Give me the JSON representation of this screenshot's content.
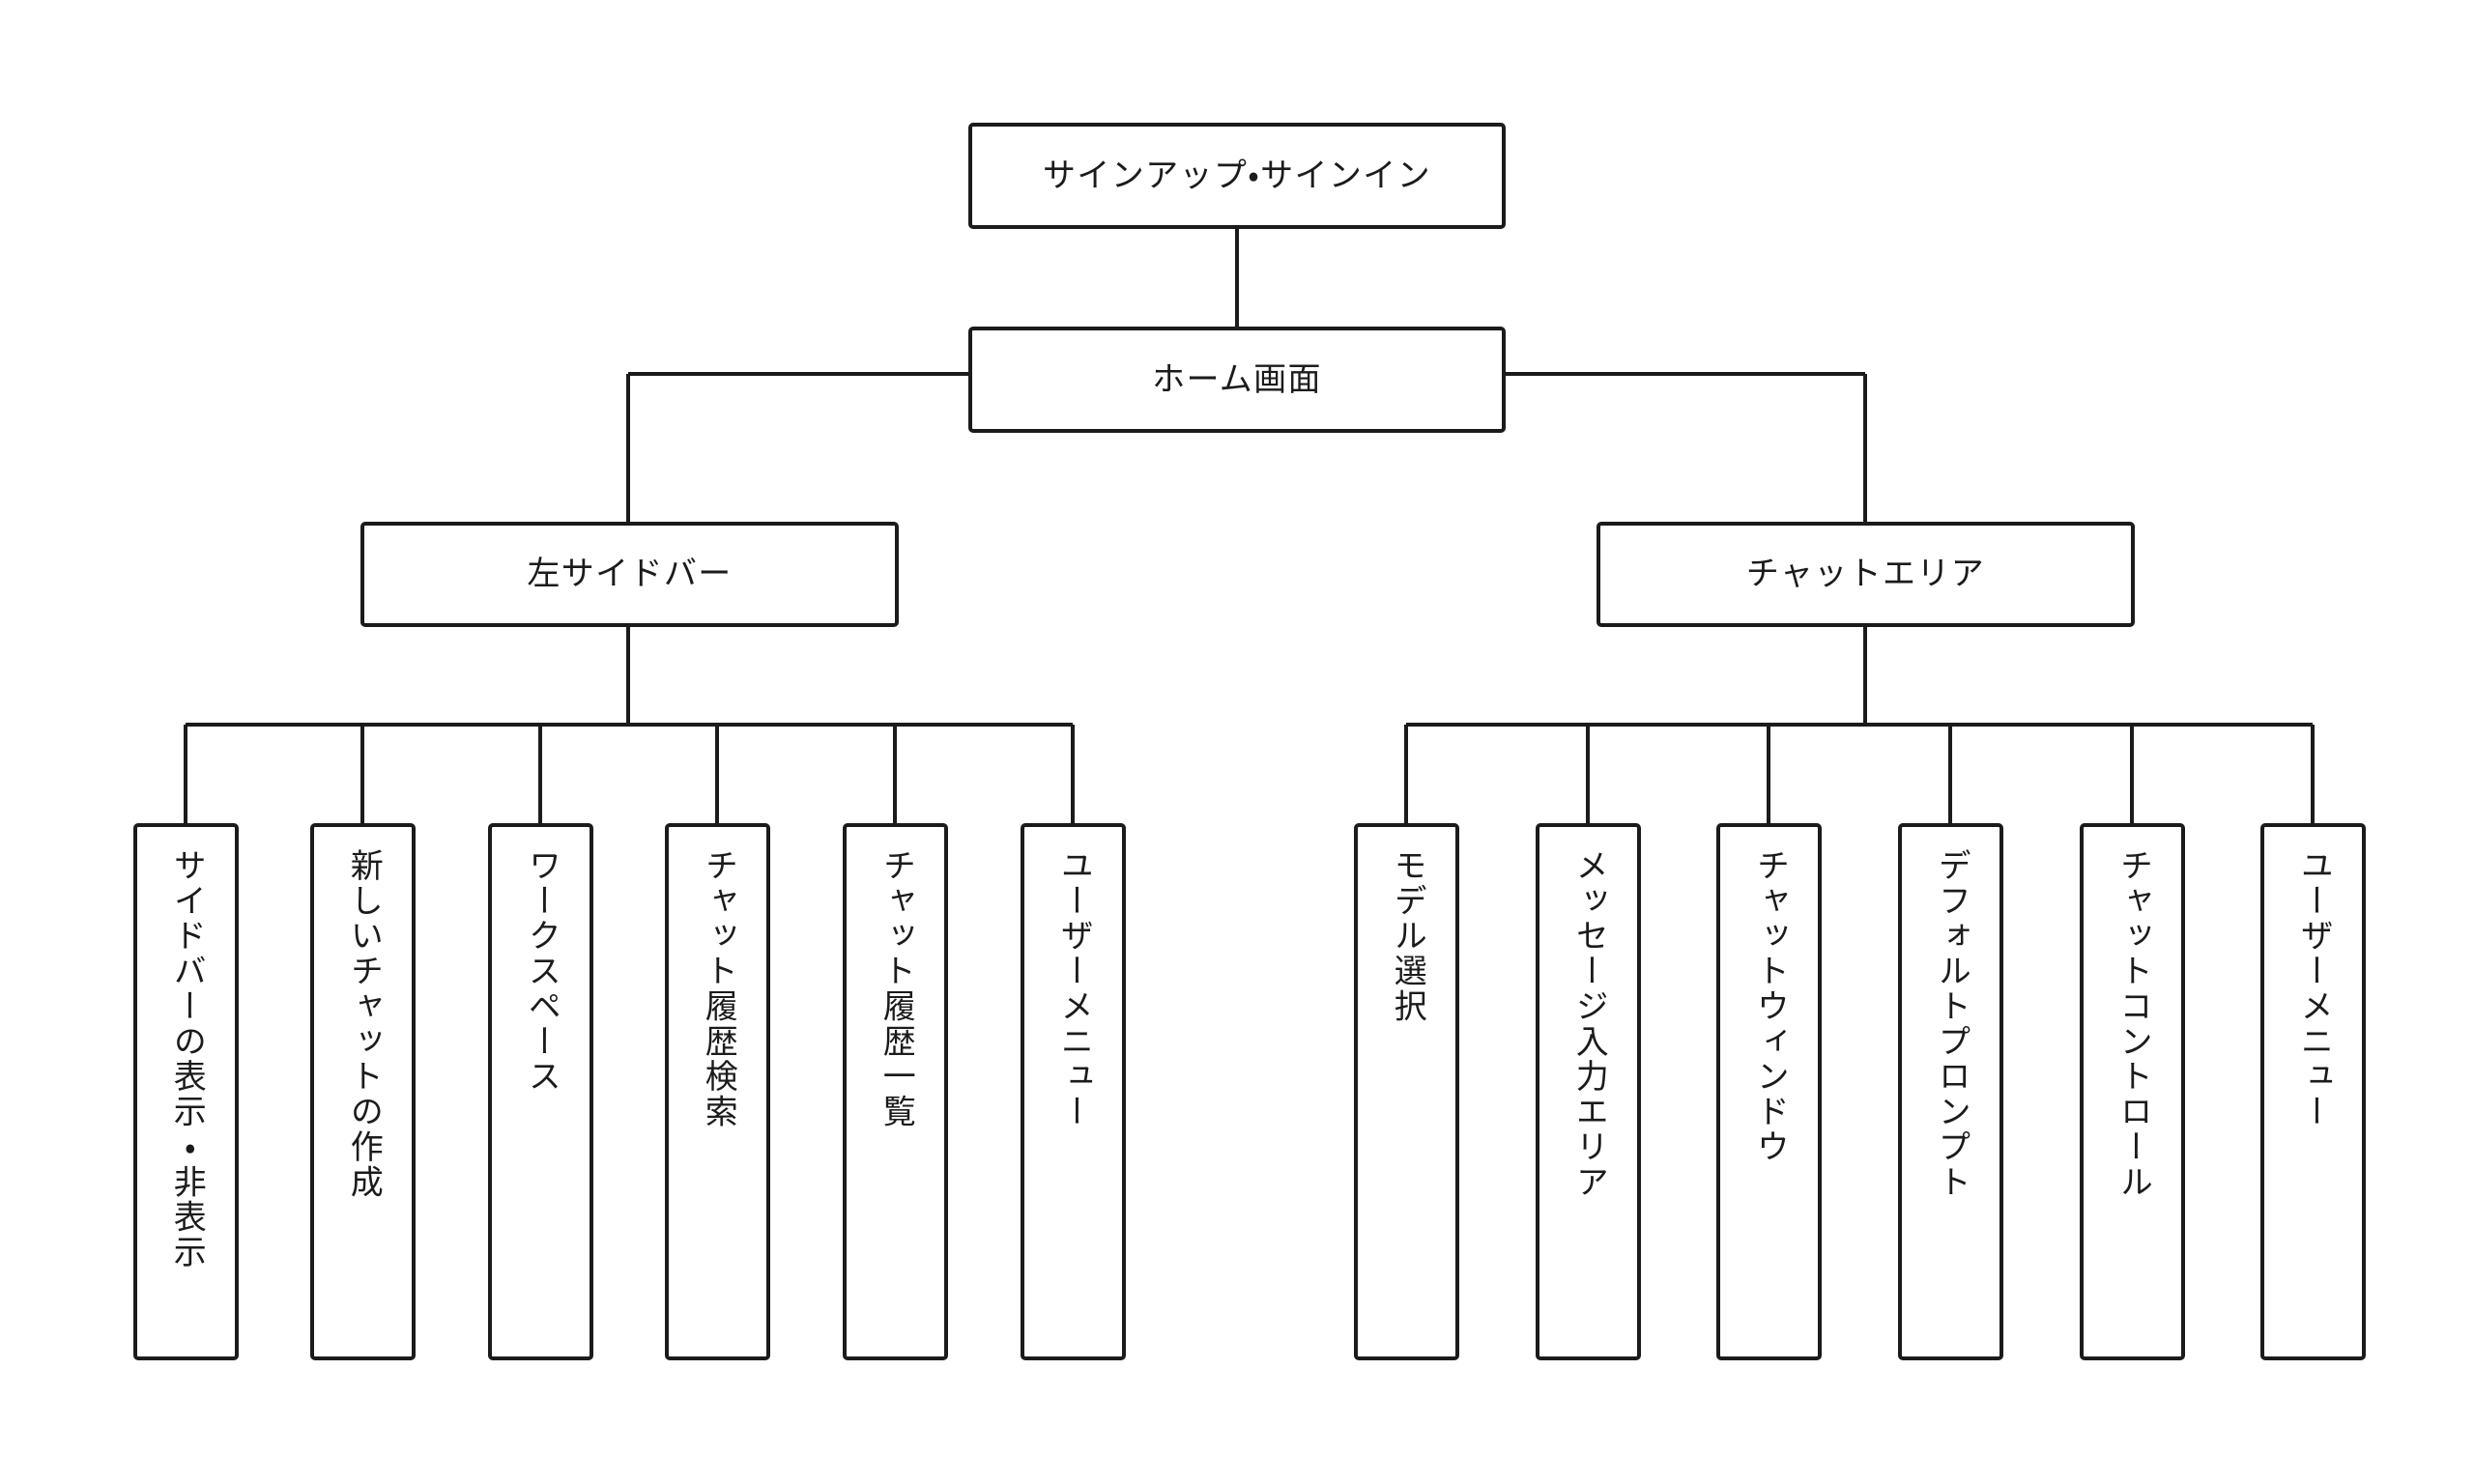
{
  "diagram": {
    "type": "tree",
    "orientation": "top-down",
    "background_color": "#ffffff",
    "line_color": "#1b1b1b",
    "box_fill": "#ffffff",
    "box_border_color": "#1b1b1b"
  },
  "nodes": {
    "root": {
      "label": "サインアップ・サインイン"
    },
    "home": {
      "label": "ホーム画面"
    },
    "left_branch": {
      "label": "左サイドバー"
    },
    "right_branch": {
      "label": "チャットエリア"
    }
  },
  "left_leaves": [
    {
      "label": "サイドバーの表示・非表示"
    },
    {
      "label": "新しいチャットの作成"
    },
    {
      "label": "ワークスペース"
    },
    {
      "label": "チャット履歴検索"
    },
    {
      "label": "チャット履歴一覧"
    },
    {
      "label": "ユーザーメニュー"
    }
  ],
  "right_leaves": [
    {
      "label": "モデル選択"
    },
    {
      "label": "メッセージ入力エリア"
    },
    {
      "label": "チャットウィンドウ"
    },
    {
      "label": "デフォルトプロンプト"
    },
    {
      "label": "チャットコントロール"
    },
    {
      "label": "ユーザーメニュー"
    }
  ]
}
